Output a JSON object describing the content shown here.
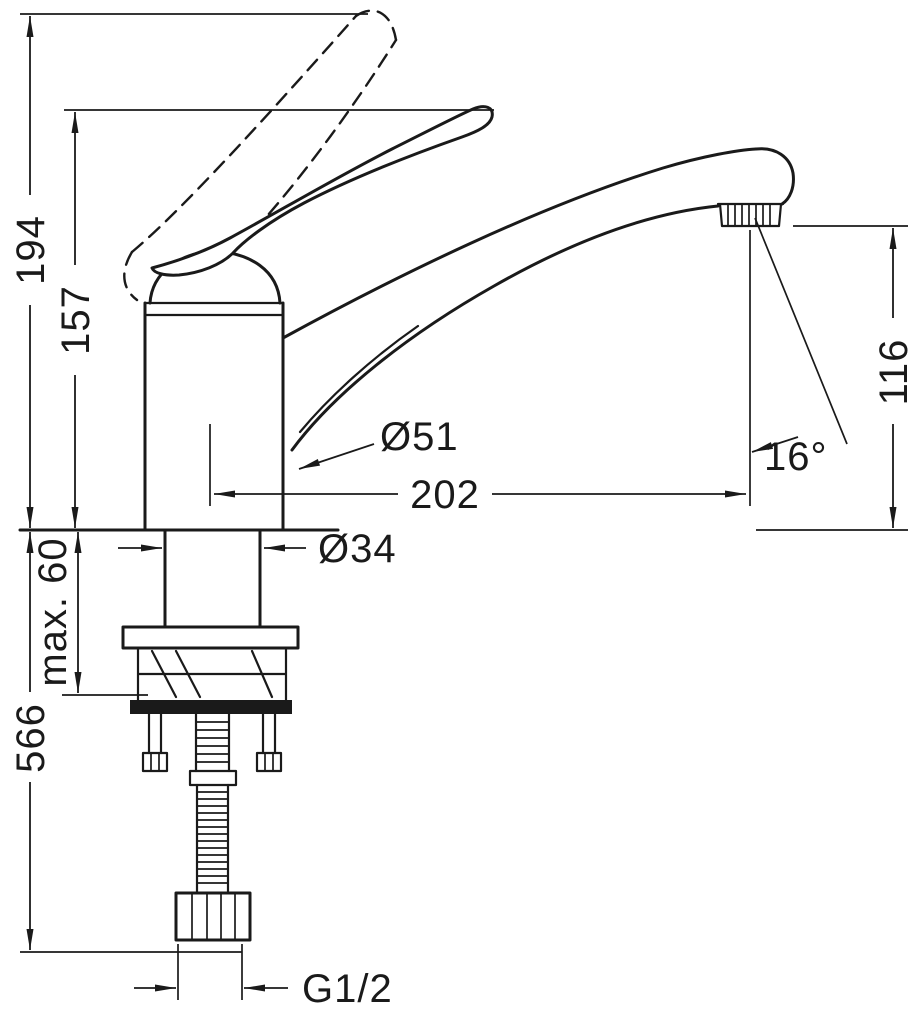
{
  "labels": {
    "dim194": "194",
    "dim157": "157",
    "dim566": "566",
    "max60": "max. 60",
    "dim116": "116",
    "dim202": "202",
    "dia51": "Ø51",
    "dia34": "Ø34",
    "angle16": "16°",
    "thread": "G1/2"
  },
  "colors": {
    "line": "#1a1a1a",
    "background": "#ffffff"
  }
}
